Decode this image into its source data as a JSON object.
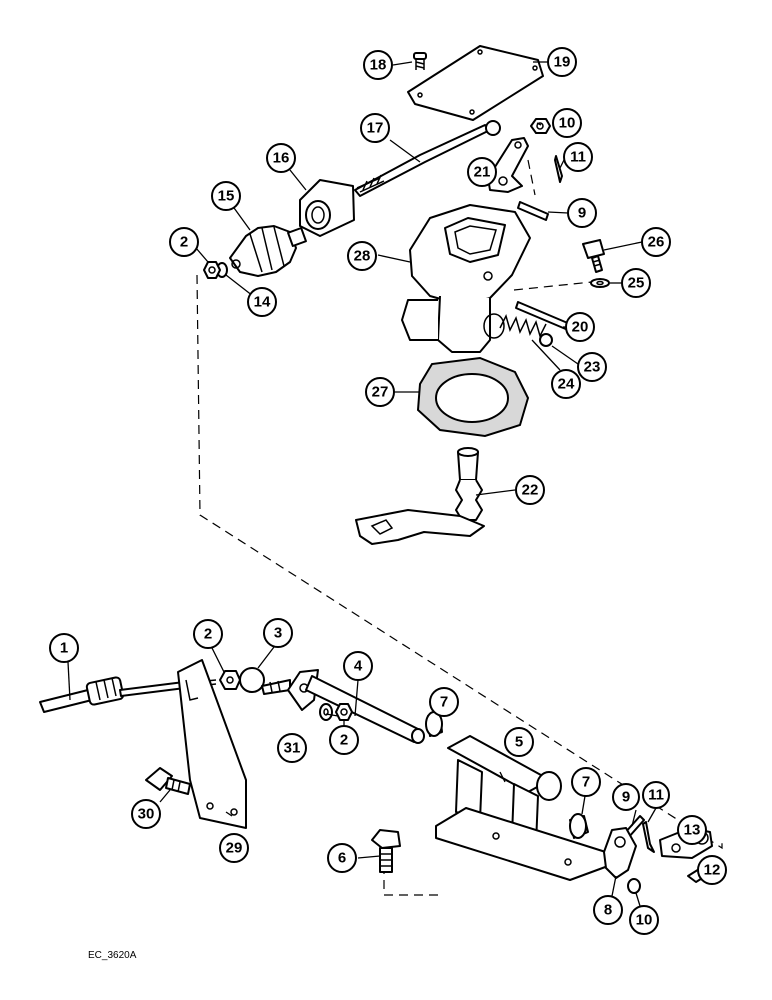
{
  "figure": {
    "caption": "EC_3620A",
    "callouts": [
      {
        "id": "c18",
        "label": "18"
      },
      {
        "id": "c19",
        "label": "19"
      },
      {
        "id": "c17",
        "label": "17"
      },
      {
        "id": "c10a",
        "label": "10"
      },
      {
        "id": "c11a",
        "label": "11"
      },
      {
        "id": "c16",
        "label": "16"
      },
      {
        "id": "c21",
        "label": "21"
      },
      {
        "id": "c15",
        "label": "15"
      },
      {
        "id": "c9a",
        "label": "9"
      },
      {
        "id": "c2a",
        "label": "2"
      },
      {
        "id": "c28",
        "label": "28"
      },
      {
        "id": "c26",
        "label": "26"
      },
      {
        "id": "c14",
        "label": "14"
      },
      {
        "id": "c25",
        "label": "25"
      },
      {
        "id": "c20",
        "label": "20"
      },
      {
        "id": "c23",
        "label": "23"
      },
      {
        "id": "c27",
        "label": "27"
      },
      {
        "id": "c24",
        "label": "24"
      },
      {
        "id": "c22",
        "label": "22"
      },
      {
        "id": "c1",
        "label": "1"
      },
      {
        "id": "c2b",
        "label": "2"
      },
      {
        "id": "c3",
        "label": "3"
      },
      {
        "id": "c4",
        "label": "4"
      },
      {
        "id": "c7a",
        "label": "7"
      },
      {
        "id": "c5",
        "label": "5"
      },
      {
        "id": "c31",
        "label": "31"
      },
      {
        "id": "c2c",
        "label": "2"
      },
      {
        "id": "c7b",
        "label": "7"
      },
      {
        "id": "c9b",
        "label": "9"
      },
      {
        "id": "c11b",
        "label": "11"
      },
      {
        "id": "c13",
        "label": "13"
      },
      {
        "id": "c30",
        "label": "30"
      },
      {
        "id": "c29",
        "label": "29"
      },
      {
        "id": "c6",
        "label": "6"
      },
      {
        "id": "c8",
        "label": "8"
      },
      {
        "id": "c10b",
        "label": "10"
      },
      {
        "id": "c12",
        "label": "12"
      }
    ]
  }
}
